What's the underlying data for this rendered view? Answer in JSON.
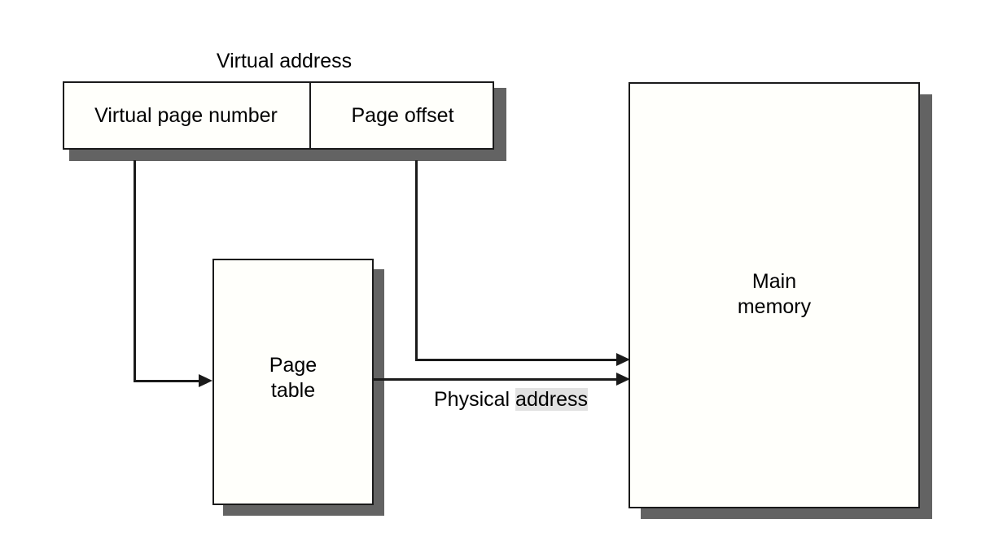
{
  "diagram": {
    "title": "Virtual address",
    "virtual_address": {
      "title": "Virtual address",
      "fields": [
        {
          "label": "Virtual page number"
        },
        {
          "label": "Page offset"
        }
      ]
    },
    "page_table": {
      "label_line1": "Page",
      "label_line2": "table"
    },
    "main_memory": {
      "label_line1": "Main",
      "label_line2": "memory"
    },
    "physical_address": {
      "prefix": "Physical ",
      "highlighted": "address"
    },
    "colors": {
      "box_fill": "#fffffb",
      "box_border": "#1a1a1a",
      "shadow": "#636363",
      "line": "#1a1a1a",
      "highlight": "#e2e2e2",
      "background": "#ffffff",
      "text": "#000000"
    }
  }
}
